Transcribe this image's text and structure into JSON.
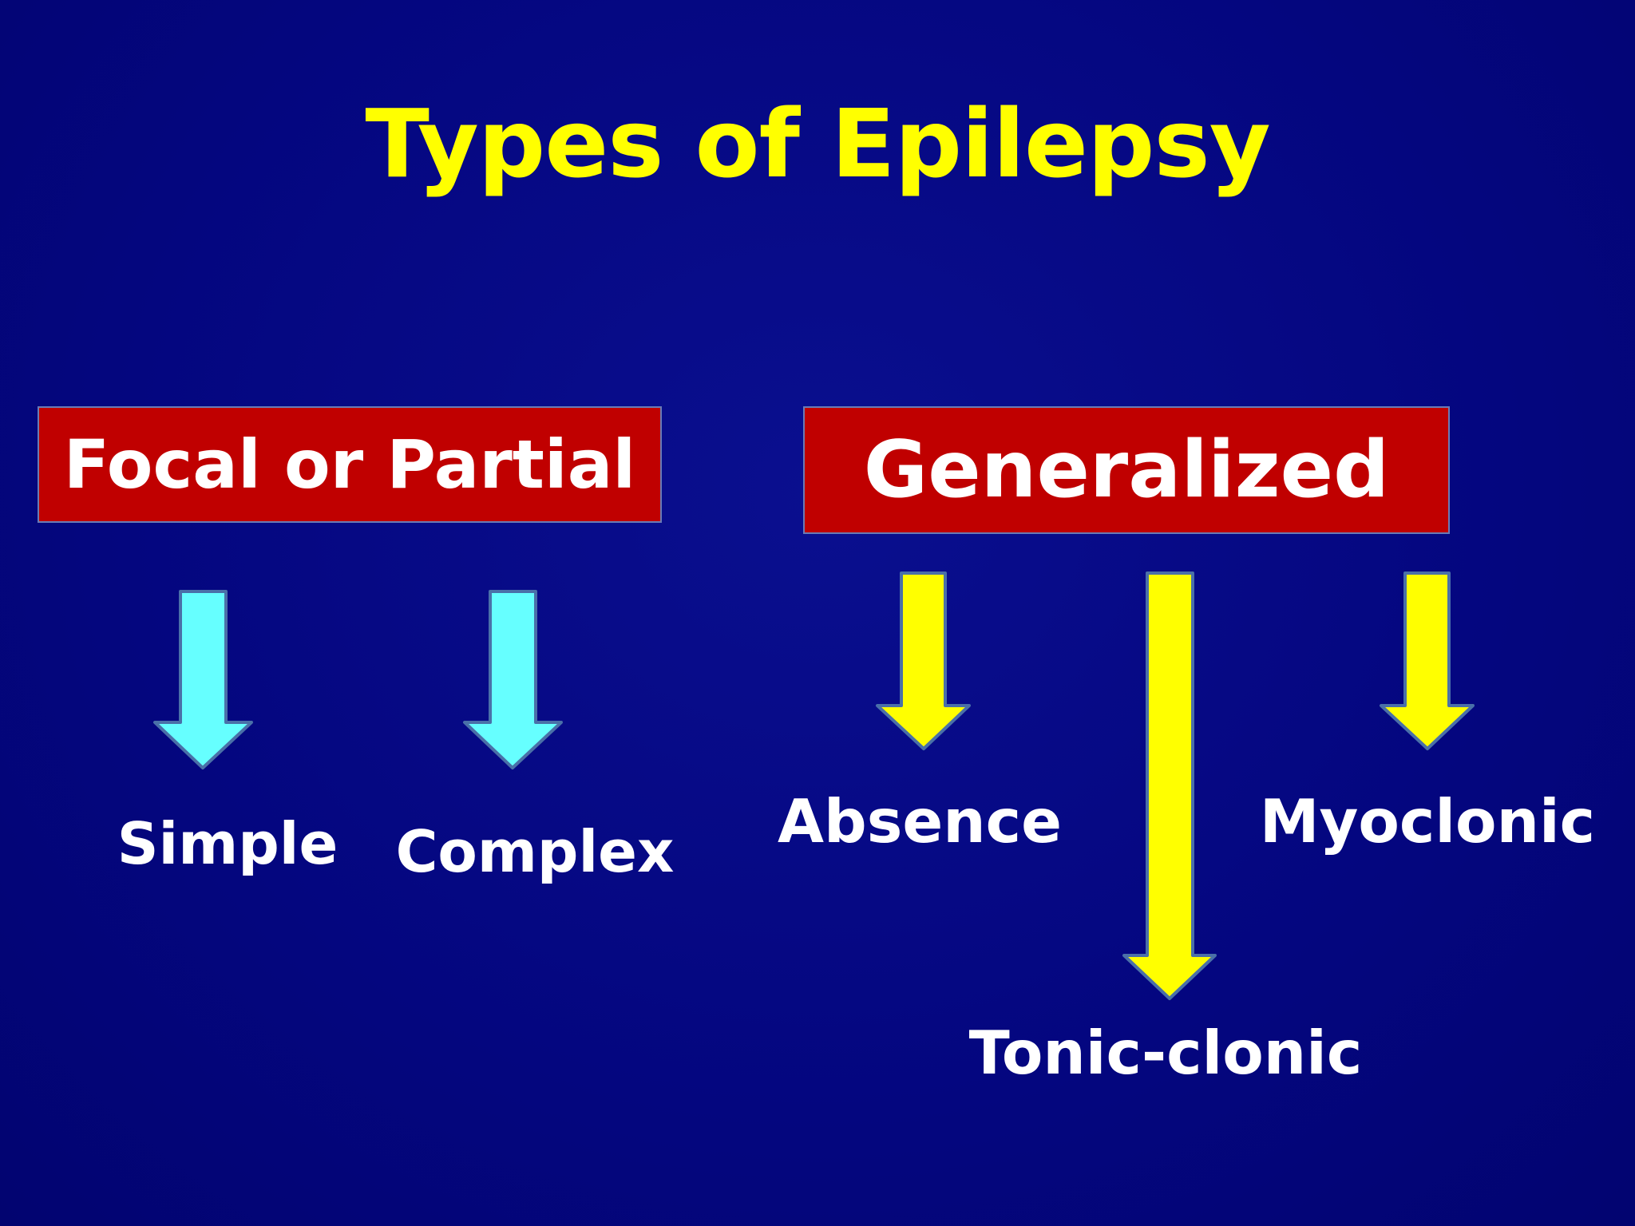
{
  "title": "Types of Epilepsy",
  "categories": {
    "focal": {
      "label": "Focal or Partial",
      "children": [
        "Simple",
        "Complex"
      ]
    },
    "generalized": {
      "label": "Generalized",
      "children": [
        "Absence",
        "Tonic-clonic",
        "Myoclonic"
      ]
    }
  },
  "colors": {
    "background": "#04067f",
    "title": "#ffff00",
    "box": "#c00000",
    "focal_arrow": "#66ffff",
    "generalized_arrow": "#ffff00",
    "arrow_outline": "#4a70a8",
    "label": "#ffffff"
  },
  "icons": {
    "focal_arrows": "down-arrow-icon",
    "generalized_arrows": "down-arrow-icon"
  }
}
